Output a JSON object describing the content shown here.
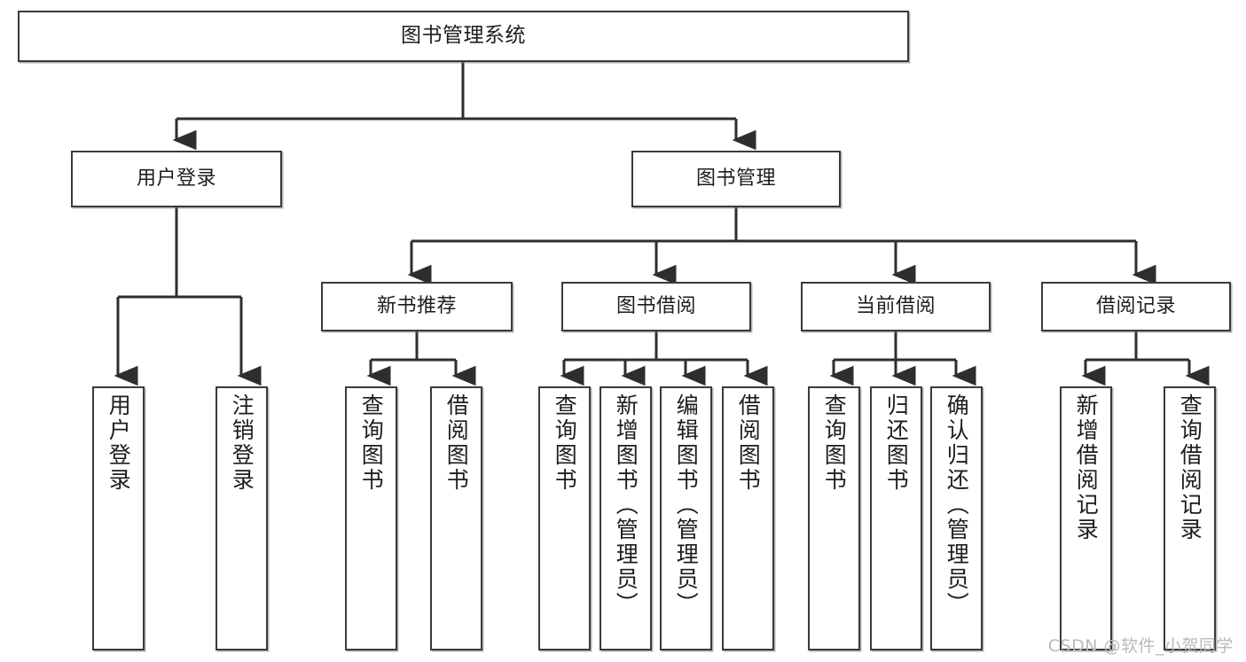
{
  "diagram": {
    "title": "图书管理系统",
    "watermark": "CSDN @软件_小贺同学",
    "line_color": "#3a3a3a",
    "box_fill": "#ffffff",
    "text_color": "#1d1d1d",
    "root": {
      "label": "图书管理系统"
    },
    "level1": [
      {
        "label": "用户登录"
      },
      {
        "label": "图书管理"
      }
    ],
    "level2": [
      {
        "label": "新书推荐"
      },
      {
        "label": "图书借阅"
      },
      {
        "label": "当前借阅"
      },
      {
        "label": "借阅记录"
      }
    ],
    "leaves": [
      {
        "label": "用户登录",
        "parent": "用户登录"
      },
      {
        "label": "注销登录",
        "parent": "用户登录"
      },
      {
        "label": "查询图书",
        "parent": "新书推荐"
      },
      {
        "label": "借阅图书",
        "parent": "新书推荐"
      },
      {
        "label": "查询图书",
        "parent": "图书借阅"
      },
      {
        "label": "新增图书（管理员）",
        "parent": "图书借阅"
      },
      {
        "label": "编辑图书（管理员）",
        "parent": "图书借阅"
      },
      {
        "label": "借阅图书",
        "parent": "图书借阅"
      },
      {
        "label": "查询图书",
        "parent": "当前借阅"
      },
      {
        "label": "归还图书",
        "parent": "当前借阅"
      },
      {
        "label": "确认归还（管理员）",
        "parent": "当前借阅"
      },
      {
        "label": "新增借阅记录",
        "parent": "借阅记录"
      },
      {
        "label": "查询借阅记录",
        "parent": "借阅记录"
      }
    ]
  }
}
